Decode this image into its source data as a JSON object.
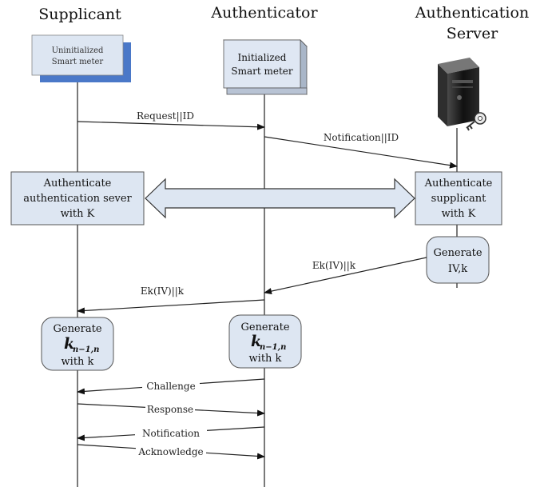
{
  "actors": {
    "supplicant": "Supplicant",
    "authenticator": "Authenticator",
    "server_line1": "Authentication",
    "server_line2": "Server"
  },
  "top_boxes": {
    "supplicant_line1": "Uninitialized",
    "supplicant_line2": "Smart meter",
    "authenticator_line1": "Initialized",
    "authenticator_line2": "Smart meter"
  },
  "messages": {
    "request": "Request||ID",
    "notification_id": "Notification||ID",
    "ek_to_auth": "Ek(IV)||k",
    "ek_to_supp": "Ek(IV)||k",
    "challenge": "Challenge",
    "response": "Response",
    "notification": "Notification",
    "acknowledge": "Acknowledge"
  },
  "auth_boxes": {
    "left_line1": "Authenticate",
    "left_line2": "authentication sever",
    "left_line3": "with K",
    "right_line1": "Authenticate",
    "right_line2": "supplicant",
    "right_line3": "with K"
  },
  "generate": {
    "server_line1": "Generate",
    "server_line2": "IV,k",
    "supp_line1": "Generate",
    "supp_key": "k",
    "supp_key_sub": "n−1,n",
    "supp_line3": "with k",
    "auth_line1": "Generate",
    "auth_key": "k",
    "auth_key_sub": "n−1,n",
    "auth_line3": "with k"
  }
}
